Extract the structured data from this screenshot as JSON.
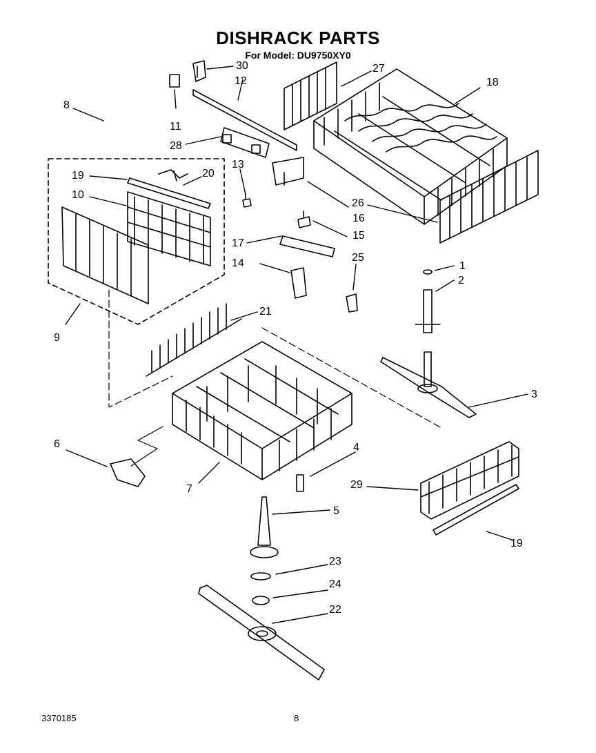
{
  "title": "DISHRACK PARTS",
  "subtitle": "For Model: DU9750XY0",
  "footer": {
    "doc_number": "3370185",
    "page_number": "8"
  },
  "callouts": [
    {
      "id": "c1",
      "label": "1"
    },
    {
      "id": "c2",
      "label": "2"
    },
    {
      "id": "c3",
      "label": "3"
    },
    {
      "id": "c4",
      "label": "4"
    },
    {
      "id": "c5",
      "label": "5"
    },
    {
      "id": "c6",
      "label": "6"
    },
    {
      "id": "c7",
      "label": "7"
    },
    {
      "id": "c8",
      "label": "8"
    },
    {
      "id": "c9",
      "label": "9"
    },
    {
      "id": "c10",
      "label": "10"
    },
    {
      "id": "c11",
      "label": "11"
    },
    {
      "id": "c12",
      "label": "12"
    },
    {
      "id": "c13",
      "label": "13"
    },
    {
      "id": "c14",
      "label": "14"
    },
    {
      "id": "c15",
      "label": "15"
    },
    {
      "id": "c16",
      "label": "16"
    },
    {
      "id": "c17",
      "label": "17"
    },
    {
      "id": "c18",
      "label": "18"
    },
    {
      "id": "c19a",
      "label": "19"
    },
    {
      "id": "c19b",
      "label": "19"
    },
    {
      "id": "c20",
      "label": "20"
    },
    {
      "id": "c21",
      "label": "21"
    },
    {
      "id": "c22",
      "label": "22"
    },
    {
      "id": "c23",
      "label": "23"
    },
    {
      "id": "c24",
      "label": "24"
    },
    {
      "id": "c25",
      "label": "25"
    },
    {
      "id": "c26",
      "label": "26"
    },
    {
      "id": "c27",
      "label": "27"
    },
    {
      "id": "c28",
      "label": "28"
    },
    {
      "id": "c29",
      "label": "29"
    },
    {
      "id": "c30",
      "label": "30"
    }
  ]
}
